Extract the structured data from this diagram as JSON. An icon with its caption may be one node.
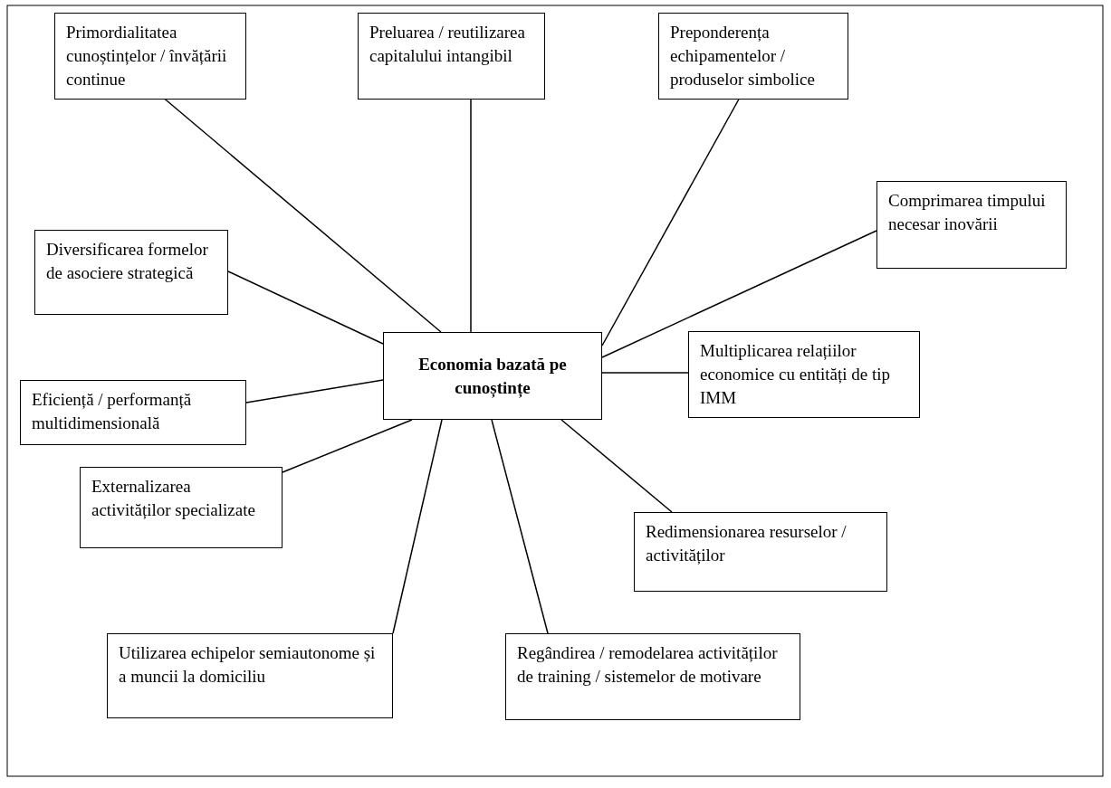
{
  "diagram": {
    "nodes": [
      {
        "text": [
          "Primordialitatea cunoștințelor / învățării continue"
        ]
      },
      {
        "text": [
          "Preluarea / reutilizarea capitalului intangibil"
        ]
      },
      {
        "text": [
          "Preponderența echipamentelor / produselor simbolice"
        ]
      },
      {
        "text": [
          "Comprimarea timpului necesar inovării"
        ]
      },
      {
        "text": [
          "Diversificarea formelor de asociere strategică"
        ]
      },
      {
        "text": [
          "Economia bazată pe cunoștințe"
        ]
      },
      {
        "text": [
          "Eficiență / performanță multidimensională"
        ]
      },
      {
        "text": [
          "Multiplicarea relațiilor economice cu entități de tip IMM"
        ]
      },
      {
        "text": [
          "Externalizarea activităților specializate"
        ]
      },
      {
        "text": [
          "Redimensionarea resurselor / activităților"
        ]
      },
      {
        "text": [
          "Utilizarea echipelor semiautonome și a muncii la domiciliu"
        ]
      },
      {
        "text": [
          "Regândirea / remodelarea activităților de training / sistemelor de motivare"
        ]
      }
    ],
    "edges": [
      {
        "from": 5,
        "to": 0,
        "arrow": "none"
      },
      {
        "from": 5,
        "to": 1,
        "arrow": "none"
      },
      {
        "from": 5,
        "to": 2,
        "arrow": "none"
      },
      {
        "from": 5,
        "to": 3,
        "arrow": "none"
      },
      {
        "from": 5,
        "to": 4,
        "arrow": "none"
      },
      {
        "from": 5,
        "to": 6,
        "arrow": "none"
      },
      {
        "from": 5,
        "to": 7,
        "arrow": "none"
      },
      {
        "from": 5,
        "to": 8,
        "arrow": "none"
      },
      {
        "from": 5,
        "to": 9,
        "arrow": "none"
      },
      {
        "from": 5,
        "to": 10,
        "arrow": "none"
      },
      {
        "from": 5,
        "to": 11,
        "arrow": "none"
      }
    ]
  }
}
